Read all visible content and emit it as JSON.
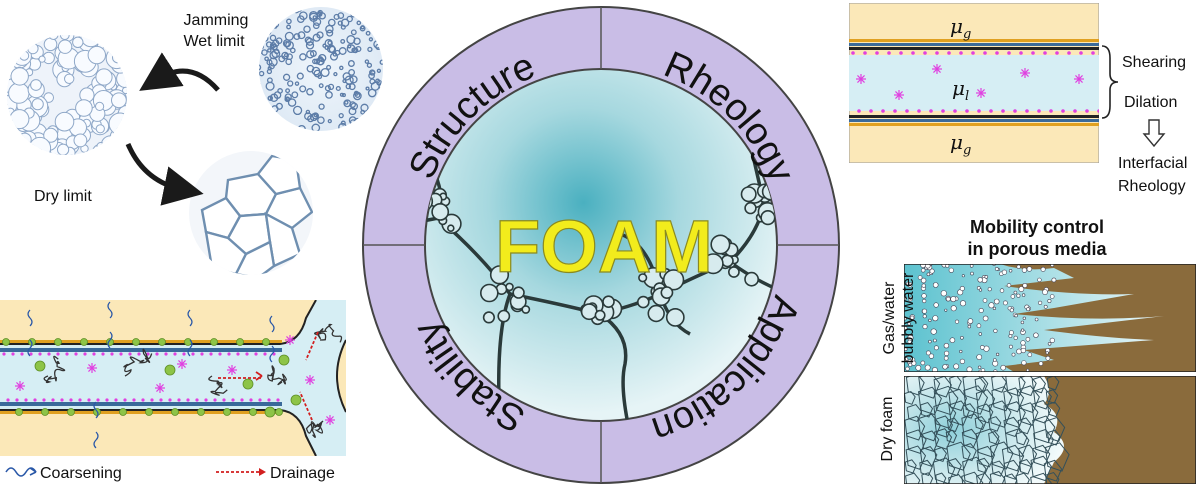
{
  "top_left": {
    "label_jamming_line1": "Jamming",
    "label_jamming_line2": "Wet limit",
    "label_dry": "Dry limit"
  },
  "center": {
    "title": "FOAM",
    "quadrant_structure": "Structure",
    "quadrant_rheology": "Rheology",
    "quadrant_application": "Application",
    "quadrant_stability": "Stability"
  },
  "top_right": {
    "mu_g_top": "μ",
    "mu_g_top_sub": "g",
    "mu_l": "μ",
    "mu_l_sub": "l",
    "mu_g_bottom": "μ",
    "mu_g_bottom_sub": "g",
    "shearing": "Shearing",
    "dilation": "Dilation",
    "interfacial_line1": "Interfacial",
    "interfacial_line2": "Rheology"
  },
  "bottom_right": {
    "title_line1": "Mobility control",
    "title_line2": "in porous media",
    "label_gas_water_line1": "Gas/water",
    "label_gas_water_line2": "bubbly water",
    "label_dry_foam": "Dry foam"
  },
  "bottom_left": {
    "legend_coarsening": "Coarsening",
    "legend_drainage": "Drainage"
  },
  "colors": {
    "ring_purple": "#c9bde6",
    "foam_cyan": "#b4dde3",
    "title_yellow": "#f2ec1c",
    "sand": "#fbe8b8",
    "channel_blue": "#d6eef4",
    "brown": "#8a6b3c",
    "surfactant_magenta": "#e040e0",
    "particle_green": "#8dc447"
  }
}
